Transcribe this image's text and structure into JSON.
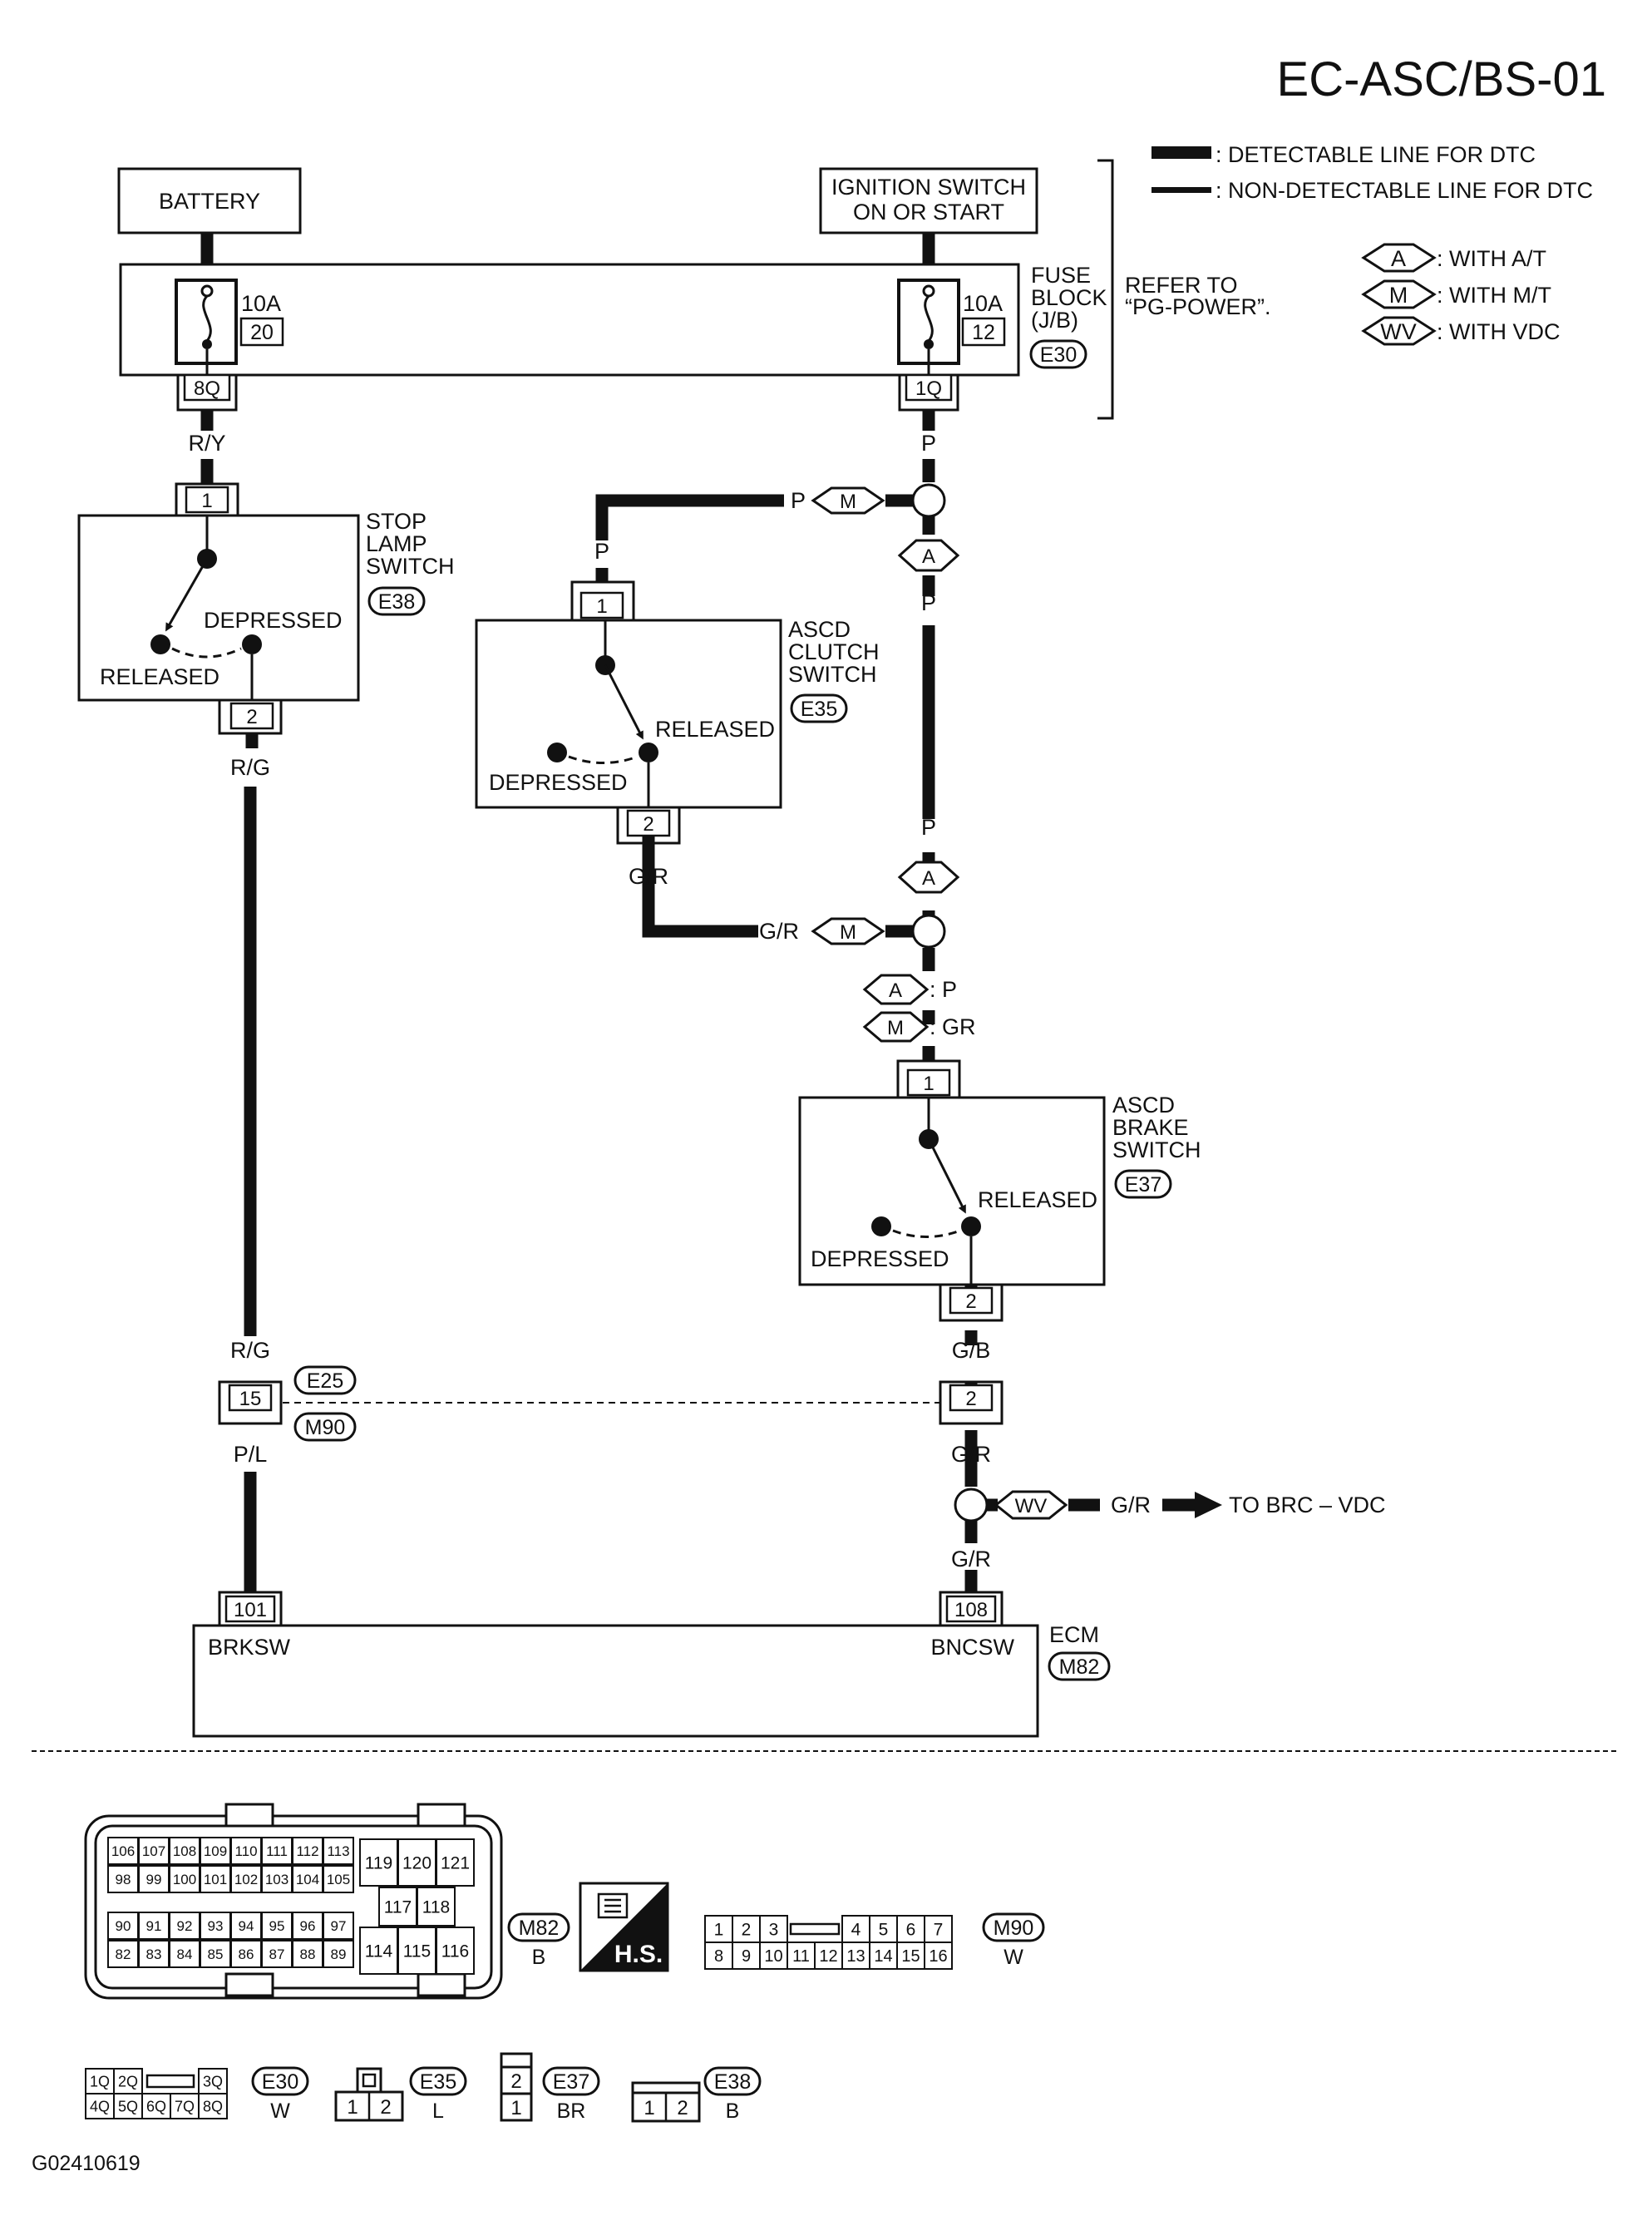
{
  "page_id": "EC-ASC/BS-01",
  "figure_id": "G02410619",
  "legend": {
    "detectable": ": DETECTABLE LINE FOR DTC",
    "non_detectable": ": NON-DETECTABLE LINE FOR DTC",
    "refer_line1": "REFER TO",
    "refer_line2": "“PG-POWER”.",
    "variants": [
      {
        "tag": "A",
        "text": ": WITH A/T"
      },
      {
        "tag": "M",
        "text": ": WITH M/T"
      },
      {
        "tag": "WV",
        "text": ": WITH VDC"
      }
    ]
  },
  "sources": {
    "battery": "BATTERY",
    "ignition_line1": "IGNITION SWITCH",
    "ignition_line2": "ON OR START"
  },
  "fuse_block": {
    "label_line1": "FUSE",
    "label_line2": "BLOCK",
    "label_line3": "(J/B)",
    "connector": "E30",
    "fuse_left": {
      "amps": "10A",
      "number": "20",
      "terminal": "8Q"
    },
    "fuse_right": {
      "amps": "10A",
      "number": "12",
      "terminal": "1Q"
    }
  },
  "stop_lamp_switch": {
    "label_line1": "STOP",
    "label_line2": "LAMP",
    "label_line3": "SWITCH",
    "connector": "E38",
    "pin_top": "1",
    "pin_bottom": "2",
    "depressed": "DEPRESSED",
    "released": "RELEASED"
  },
  "clutch_switch": {
    "label_line1": "ASCD",
    "label_line2": "CLUTCH",
    "label_line3": "SWITCH",
    "connector": "E35",
    "pin_top": "1",
    "pin_bottom": "2",
    "released": "RELEASED",
    "depressed": "DEPRESSED"
  },
  "brake_switch": {
    "label_line1": "ASCD",
    "label_line2": "BRAKE",
    "label_line3": "SWITCH",
    "connector": "E37",
    "pin_top": "1",
    "pin_bottom": "2",
    "released": "RELEASED",
    "depressed": "DEPRESSED"
  },
  "wires": {
    "ry": "R/Y",
    "rg": "R/G",
    "pl": "P/L",
    "p": "P",
    "gr": "G/R",
    "gb": "G/B",
    "a_p": ": P",
    "m_gr": ": GR",
    "to_brc": "TO BRC – VDC"
  },
  "junction": {
    "top": "E25",
    "bottom": "M90",
    "pin_left": "15",
    "pin_right": "2"
  },
  "ecm": {
    "label": "ECM",
    "connector": "M82",
    "pin_left": "101",
    "pin_right": "108",
    "term_left": "BRKSW",
    "term_right": "BNCSW"
  },
  "connectors": {
    "m82": {
      "id": "M82",
      "color": "B",
      "row1": [
        "106",
        "107",
        "108",
        "109",
        "110",
        "111",
        "112",
        "113"
      ],
      "row2": [
        "98",
        "99",
        "100",
        "101",
        "102",
        "103",
        "104",
        "105"
      ],
      "row3": [
        "90",
        "91",
        "92",
        "93",
        "94",
        "95",
        "96",
        "97"
      ],
      "row4": [
        "82",
        "83",
        "84",
        "85",
        "86",
        "87",
        "88",
        "89"
      ],
      "right_top": [
        "119",
        "120",
        "121"
      ],
      "right_mid": [
        "117",
        "118"
      ],
      "right_bot": [
        "114",
        "115",
        "116"
      ]
    },
    "hs": "H.S.",
    "m90": {
      "id": "M90",
      "color": "W",
      "row1": [
        "1",
        "2",
        "3",
        "4",
        "5",
        "6",
        "7"
      ],
      "row2": [
        "8",
        "9",
        "10",
        "11",
        "12",
        "13",
        "14",
        "15",
        "16"
      ]
    },
    "e30": {
      "id": "E30",
      "color": "W",
      "row1": [
        "1Q",
        "2Q",
        "3Q"
      ],
      "row2": [
        "4Q",
        "5Q",
        "6Q",
        "7Q",
        "8Q"
      ]
    },
    "e35": {
      "id": "E35",
      "color": "L",
      "pins": [
        "1",
        "2"
      ]
    },
    "e37": {
      "id": "E37",
      "color": "BR",
      "pins": [
        "2",
        "1"
      ]
    },
    "e38": {
      "id": "E38",
      "color": "B",
      "pins": [
        "1",
        "2"
      ]
    }
  }
}
